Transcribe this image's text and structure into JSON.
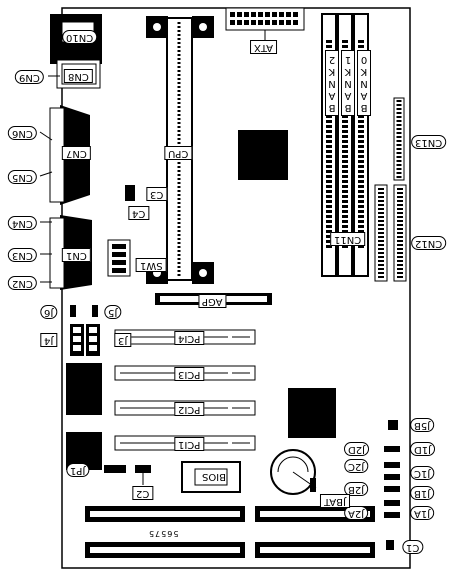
{
  "labels": {
    "cn10": "CN10",
    "cn9": "CN9",
    "cn8": "CN8",
    "cn6": "CN6",
    "cn7": "CN7",
    "cn5": "CN5",
    "cn4": "CN4",
    "cn3": "CN3",
    "cn1": "CN1",
    "cn2": "CN2",
    "atx": "ATX",
    "cpu": "CPU",
    "c3": "C3",
    "c4": "C4",
    "sw1": "SW1",
    "cn13": "CN13",
    "cn11": "CN11",
    "cn12": "CN12",
    "bank0": "BANK0",
    "bank1": "BANK1",
    "bank2": "BANK2",
    "agp": "AGP",
    "j6": "J6",
    "j5": "J5",
    "j4": "J4",
    "j3": "J3",
    "pci4": "PCI4",
    "pci3": "PCI3",
    "pci2": "PCI2",
    "pci1": "PCI1",
    "j5b": "J5B",
    "j2d": "J2D",
    "j1d": "J1D",
    "j2c": "J2C",
    "j1c": "J1C",
    "j2b": "J2B",
    "j1b": "J1B",
    "j2a": "J2A",
    "j1a": "J1A",
    "jp1": "JP1",
    "c2": "C2",
    "bios": "BIOS",
    "jbat": "JBAT",
    "c1": "C1",
    "board_id": "56575"
  }
}
